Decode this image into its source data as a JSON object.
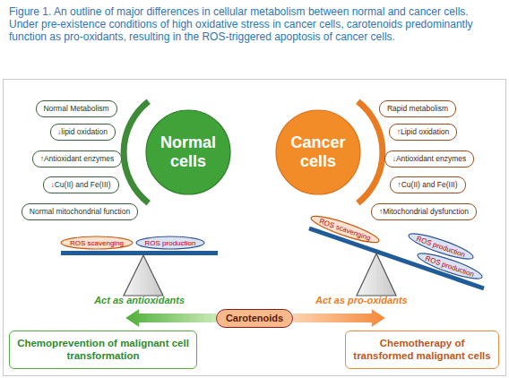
{
  "diagram": {
    "caption": "Figure 1. An outline of major differences in cellular metabolism between normal and cancer cells. Under pre-existence conditions of high oxidative stress in cancer cells, carotenoids predominantly function as pro-oxidants, resulting in the ROS-triggered apoptosis of cancer cells.",
    "nodes": [
      {
        "text": [
          "Normal Metabolism"
        ]
      },
      {
        "text": [
          "↓lipid oxidation"
        ]
      },
      {
        "text": [
          "↑Antioxidant enzymes"
        ]
      },
      {
        "text": [
          "↓Cu(II) and Fe(III)"
        ]
      },
      {
        "text": [
          "Normal mitochondrial function"
        ]
      },
      {
        "text": [
          "Normal cells"
        ]
      },
      {
        "text": [
          "Cancer cells"
        ]
      },
      {
        "text": [
          "Rapid metabolism"
        ]
      },
      {
        "text": [
          "↑Lipid oxidation"
        ]
      },
      {
        "text": [
          "↓Antioxidant enzymes"
        ]
      },
      {
        "text": [
          "↑Cu(II) and Fe(III)"
        ]
      },
      {
        "text": [
          "↑Mitochondrial dysfunction"
        ]
      },
      {
        "text": [
          "ROS scavenging"
        ]
      },
      {
        "text": [
          "ROS production"
        ]
      },
      {
        "text": [
          "ROS scavenging"
        ]
      },
      {
        "text": [
          "ROS production"
        ]
      },
      {
        "text": [
          "ROS production"
        ]
      },
      {
        "text": [
          "Carotenoids"
        ]
      },
      {
        "text": [
          "Chemoprevention of malignant cell transformation"
        ]
      },
      {
        "text": [
          "Chemotherapy of transformed malignant cells"
        ]
      }
    ],
    "edges": [
      {
        "from": 17,
        "to": 18,
        "arrow": "to",
        "label": "Act as antioxidants"
      },
      {
        "from": 17,
        "to": 19,
        "arrow": "to",
        "label": "Act as pro-oxidants"
      }
    ]
  }
}
